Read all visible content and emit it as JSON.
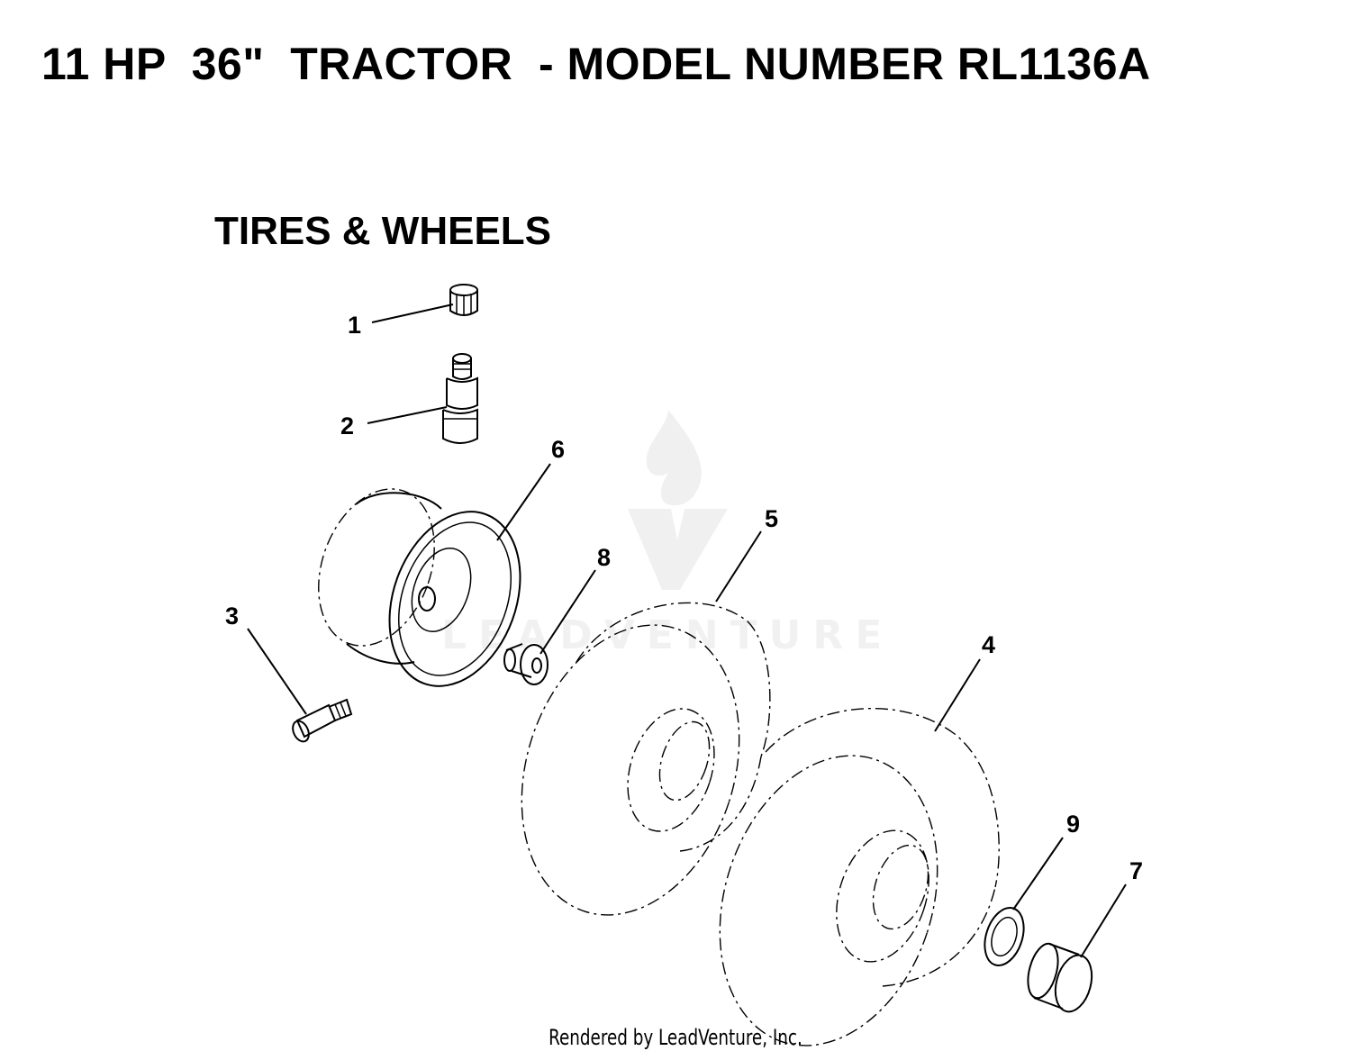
{
  "header": {
    "title": "11 HP  36\"  TRACTOR  - MODEL NUMBER RL1136A",
    "section_title": "TIRES & WHEELS"
  },
  "diagram": {
    "callouts": [
      "1",
      "2",
      "3",
      "4",
      "5",
      "6",
      "7",
      "8",
      "9"
    ],
    "watermark_text": "LEADVENTURE",
    "watermark_icon": "flame-v-logo"
  },
  "footer": {
    "credit": "Rendered by LeadVenture, Inc."
  }
}
